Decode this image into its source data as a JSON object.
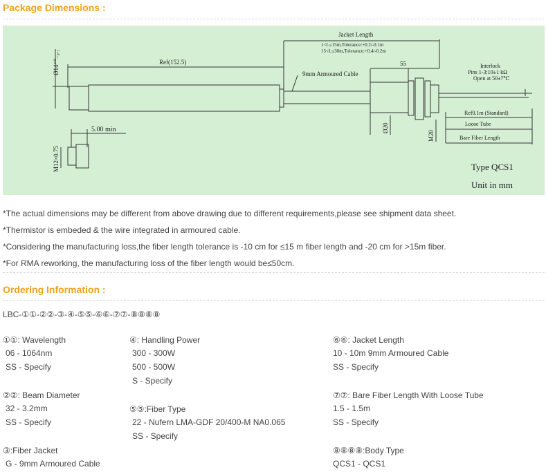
{
  "package": {
    "heading": "Package Dimensions :",
    "drawing": {
      "jacket_length": "Jacket  Length",
      "tolerance_1": "1<L≤15m,Tolerance:+0.2/-0.1m",
      "tolerance_2": "15<L≤30m,Tolerance:+0.4/-0.2m",
      "dia14": "Ø14⁺⁰₋₀.₁",
      "ref": "Ref(152.5)",
      "cable": "9mm Armoured Cable",
      "dim55": "55",
      "interlock": "Interlock",
      "pins": "Pins 1-3:10±1 kΩ",
      "open": "Open at 50±7℃",
      "ref01": "Ref0.1m (Standard)",
      "loose_tube": "Loose Tube",
      "bare_fiber": "Bare Fiber Length",
      "dia20": "Ø20",
      "m20": "M20",
      "dim5": "5.00 min",
      "m12": "M12×0.75",
      "type": "Type QCS1",
      "unit": "Unit in mm"
    },
    "notes": [
      "*The actual dimensions may be different from above drawing due to different requirements,please see shipment data sheet.",
      "*Thermistor is embeded & the wire integrated in armoured cable.",
      "*Considering the manufacturing loss,the fiber length tolerance is -10 cm for ≤15 m fiber length and -20 cm for >15m fiber.",
      "*For RMA reworking, the manufacturing loss of the fiber length would be≤50cm."
    ]
  },
  "ordering": {
    "heading": "Ordering Information :",
    "part_code": "LBC-①①-②②-③-④-⑤⑤-⑥⑥-⑦⑦-⑧⑧⑧⑧",
    "col1": [
      "①①: Wavelength",
      "06 - 1064nm",
      "SS - Specify",
      "②②: Beam Diameter",
      "32 - 3.2mm",
      "SS - Specify",
      "③:Fiber Jacket",
      "G - 9mm Armoured Cable"
    ],
    "col2": [
      "④: Handling Power",
      "300 - 300W",
      "500 - 500W",
      "S - Specify",
      "⑤⑤:Fiber Type",
      "22 - Nufern LMA-GDF 20/400-M  NA0.065",
      "SS - Specify"
    ],
    "col3": [
      "⑥⑥:  Jacket  Length",
      "10 -  10m 9mm Armoured Cable",
      "SS - Specify",
      "⑦⑦: Bare Fiber Length With Loose Tube",
      "1.5 -  1.5m",
      "SS - Specify",
      "⑧⑧⑧⑧:Body Type",
      "QCS1 - QCS1"
    ]
  }
}
